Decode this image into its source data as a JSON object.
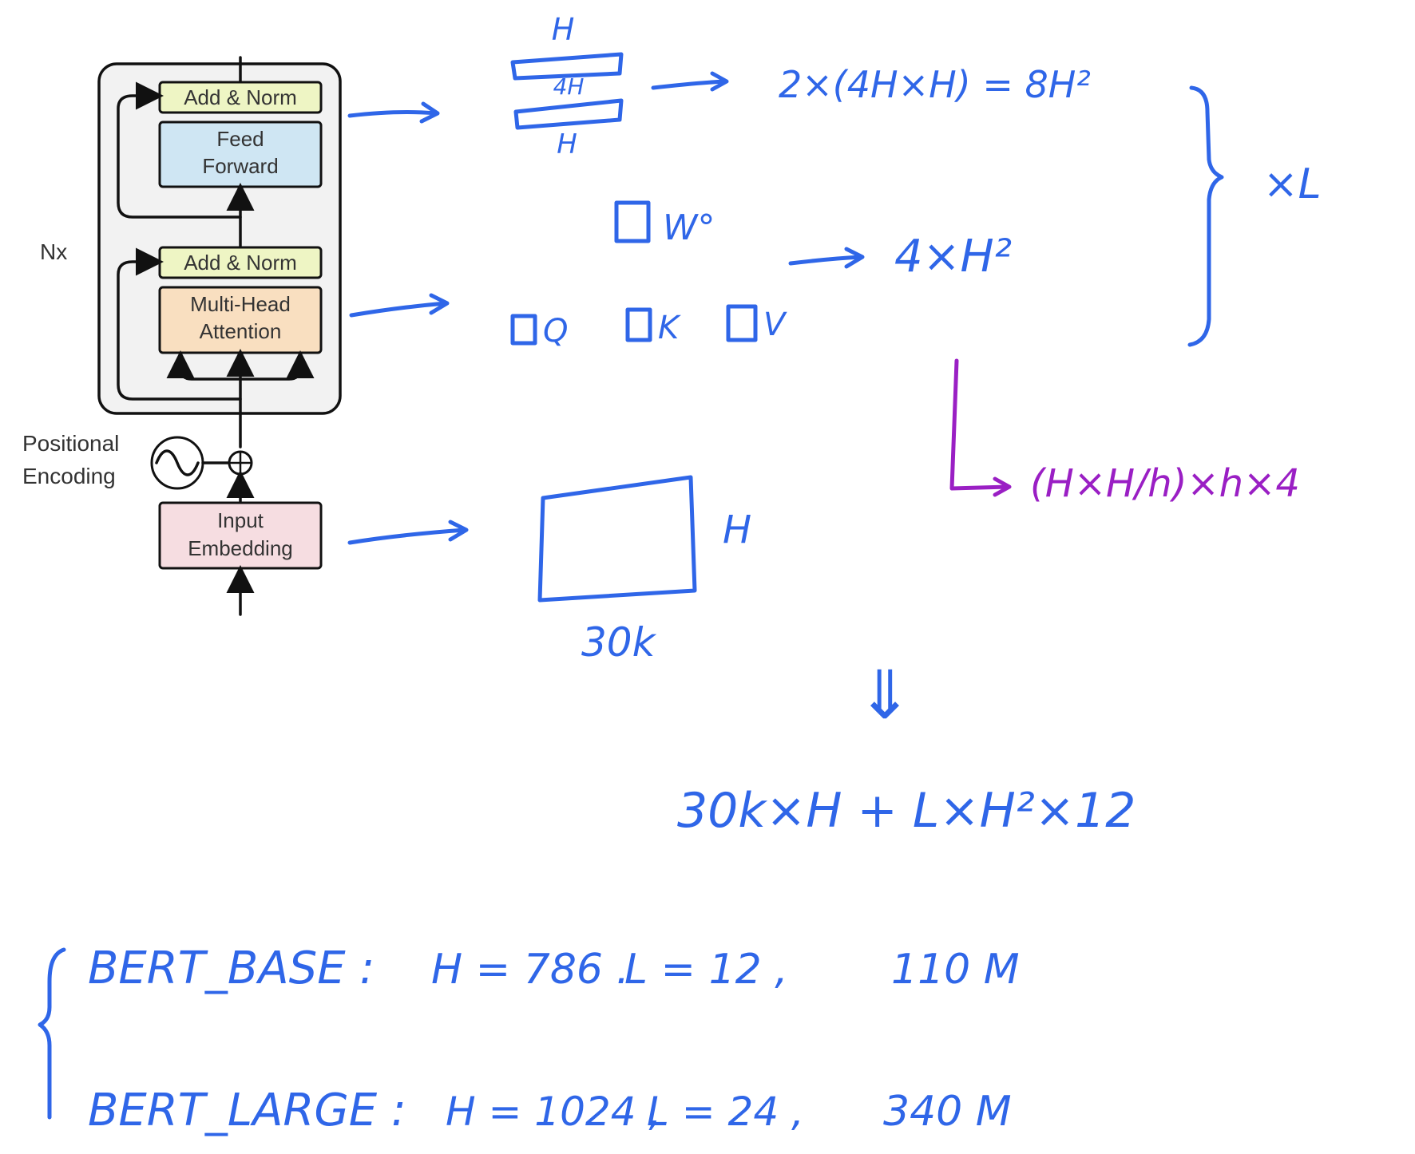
{
  "diagram": {
    "nx_label": "Nx",
    "blocks": {
      "ffn_add_norm": "Add & Norm",
      "feed_forward_line1": "Feed",
      "feed_forward_line2": "Forward",
      "attn_add_norm": "Add & Norm",
      "mha_line1": "Multi-Head",
      "mha_line2": "Attention",
      "input_embedding_line1": "Input",
      "input_embedding_line2": "Embedding"
    },
    "positional_encoding_line1": "Positional",
    "positional_encoding_line2": "Encoding",
    "colors": {
      "add_norm": "#eef5c4",
      "feed_forward": "#cfe6f3",
      "multi_head_attention": "#f9dfc0",
      "input_embedding": "#f6dde1",
      "encoder_panel": "#f2f2f2"
    }
  },
  "notes": {
    "ink_color": "#2f66e8",
    "purple_color": "#9a1fc4",
    "ffn_top_h": "H",
    "ffn_mid_4h": "4H",
    "ffn_bottom_h": "H",
    "ffn_formula": "2×(4H×H) = 8H²",
    "times_l": "×L",
    "wo_label": "W°",
    "attn_formula": "4×H²",
    "q_label": "Q",
    "k_label": "K",
    "v_label": "V",
    "head_formula": "(H×H/h)×h×4",
    "embed_h": "H",
    "embed_30k": "30k",
    "down_arrow": "⇓",
    "total_formula": "30k×H + L×H²×12",
    "bert_base": "BERT_BASE :",
    "base_h": "H = 786 .",
    "base_l": "L = 12 ,",
    "base_params": "110 M",
    "bert_large": "BERT_LARGE :",
    "large_h": "H = 1024 ,",
    "large_l": "L = 24 ,",
    "large_params": "340 M"
  }
}
